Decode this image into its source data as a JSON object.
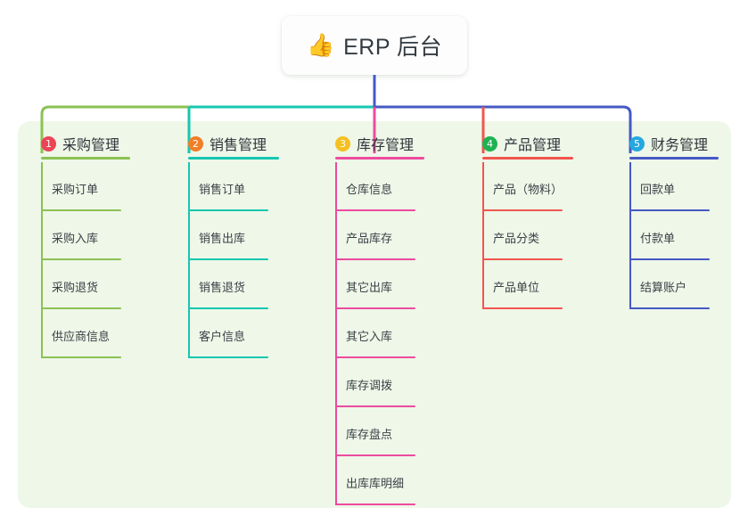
{
  "diagram": {
    "type": "mindmap",
    "root": {
      "icon": "thumbs-up-icon",
      "emoji": "👍",
      "title": "ERP 后台"
    },
    "branches": [
      {
        "number": "1",
        "title": "采购管理",
        "badge_color": "#ec4456",
        "line_color": "#8cc153",
        "items": [
          "采购订单",
          "采购入库",
          "采购退货",
          "供应商信息"
        ]
      },
      {
        "number": "2",
        "title": "销售管理",
        "badge_color": "#f07f2a",
        "line_color": "#16c7b0",
        "items": [
          "销售订单",
          "销售出库",
          "销售退货",
          "客户信息"
        ]
      },
      {
        "number": "3",
        "title": "库存管理",
        "badge_color": "#f6c022",
        "line_color": "#ed4b9e",
        "items": [
          "仓库信息",
          "产品库存",
          "其它出库",
          "其它入库",
          "库存调拨",
          "库存盘点",
          "出库库明细"
        ]
      },
      {
        "number": "4",
        "title": "产品管理",
        "badge_color": "#1fb253",
        "line_color": "#f2554e",
        "items": [
          "产品（物料）",
          "产品分类",
          "产品单位"
        ]
      },
      {
        "number": "5",
        "title": "财务管理",
        "badge_color": "#26a8df",
        "line_color": "#4559c4",
        "items": [
          "回款单",
          "付款单",
          "结算账户"
        ]
      }
    ],
    "colors": {
      "panel_background": "#eef7e8",
      "page_background": "#ffffff",
      "root_background": "#fdfdfd",
      "root_text": "#333a40",
      "trunk": "#4559c4"
    }
  }
}
